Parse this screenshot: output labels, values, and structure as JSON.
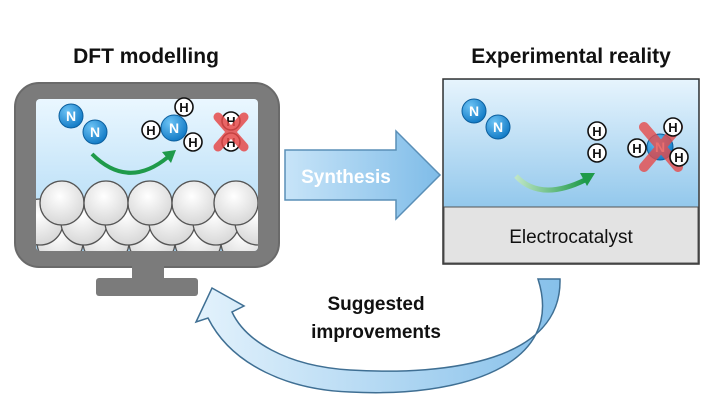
{
  "titles": {
    "left": "DFT modelling",
    "right": "Experimental reality"
  },
  "arrows": {
    "synthesis": "Synthesis",
    "feedback_line1": "Suggested",
    "feedback_line2": "improvements"
  },
  "panel": {
    "substrate_label": "Electrocatalyst"
  },
  "atoms": {
    "nitrogen": "N",
    "hydrogen": "H"
  },
  "colors": {
    "nitrogen_blue": "#1e8fd6",
    "ammonia_rejected_red": "#e64b4b",
    "monitor_gray": "#7b7b7b",
    "screen_gradient_top": "#e9f6ff",
    "screen_gradient_bottom": "#a9d6f4",
    "arrow_blue": "#a9d4f2",
    "arrow_green": "#1f9a4a"
  }
}
